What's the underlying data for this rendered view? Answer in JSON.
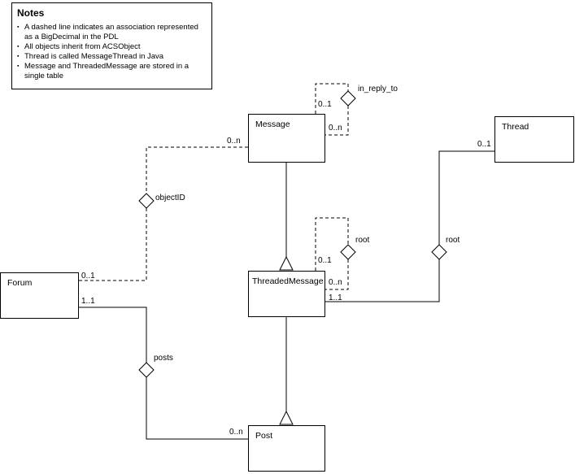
{
  "notes": {
    "title": "Notes",
    "bullet": "▪",
    "items": [
      "A dashed line indicates an association represented as a BigDecimal in the PDL",
      "All objects inherit from ACSObject",
      "Thread is called MessageThread in Java",
      "Message and ThreadedMessage are stored in a single table"
    ]
  },
  "classes": [
    {
      "name": "Message"
    },
    {
      "name": "Thread"
    },
    {
      "name": "Forum"
    },
    {
      "name": "ThreadedMessage"
    },
    {
      "name": "Post"
    }
  ],
  "associations": [
    {
      "label": "in_reply_to",
      "style": "dashed",
      "from": "Message",
      "to": "Message",
      "mult_a": "0..1",
      "mult_b": "0..n"
    },
    {
      "label": "objectID",
      "style": "dashed",
      "from": "Message",
      "to": "Forum",
      "mult_a": "0..n",
      "mult_b": "0..1"
    },
    {
      "label": "root",
      "style": "dashed",
      "from": "ThreadedMessage",
      "to": "ThreadedMessage",
      "mult_a": "0..1",
      "mult_b": "0..n"
    },
    {
      "label": "root",
      "style": "solid",
      "from": "Thread",
      "to": "ThreadedMessage",
      "mult_a": "0..1",
      "mult_b": "1..1"
    },
    {
      "label": "posts",
      "style": "solid",
      "from": "Forum",
      "to": "Post",
      "mult_a": "1..1",
      "mult_b": "0..n"
    }
  ],
  "generalizations": [
    {
      "child": "ThreadedMessage",
      "parent": "Message"
    },
    {
      "child": "Post",
      "parent": "ThreadedMessage"
    }
  ]
}
